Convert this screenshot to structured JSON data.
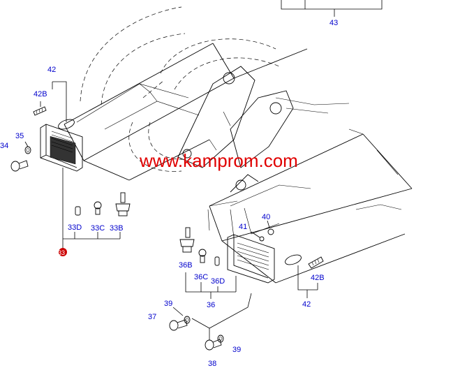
{
  "watermark": "www.kamprom.com",
  "labels": {
    "p43": "43",
    "p42_left": "42",
    "p42b_left": "42B",
    "p35": "35",
    "p34": "34",
    "p33d": "33D",
    "p33c": "33C",
    "p33b": "33B",
    "p33": "33",
    "p40": "40",
    "p41": "41",
    "p36b": "36B",
    "p36c": "36C",
    "p36d": "36D",
    "p36": "36",
    "p42b_right": "42B",
    "p42_right": "42",
    "p39_top": "39",
    "p37": "37",
    "p39_bottom": "39",
    "p38": "38"
  },
  "colors": {
    "callout": "#0000cc",
    "watermark": "#e00000",
    "highlight": "#cc0000"
  }
}
